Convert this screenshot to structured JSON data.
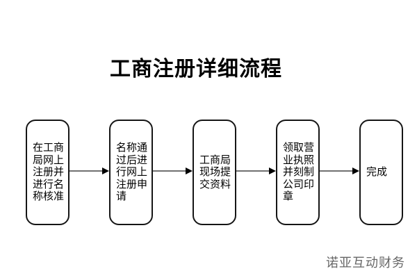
{
  "title": "工商注册详细流程",
  "flow": {
    "steps": [
      {
        "id": 1,
        "text": "在工商\n局网上\n注册并\n进行名\n称核准"
      },
      {
        "id": 2,
        "text": "名称通\n过后进\n行网上\n注册申\n请"
      },
      {
        "id": 3,
        "text": "工商局\n现场提\n交资料"
      },
      {
        "id": 4,
        "text": "领取营\n业执照\n并刻制\n公司印\n章"
      },
      {
        "id": 5,
        "text": "完成"
      }
    ]
  },
  "watermark": "诺亚互动财务",
  "colors": {
    "background": "#ffffff",
    "box_border": "#151515",
    "box_fill": "#ffffff",
    "arrow_line": "#707070",
    "arrow_head": "#000000",
    "title_text": "#000000",
    "watermark_text": "#666666"
  }
}
